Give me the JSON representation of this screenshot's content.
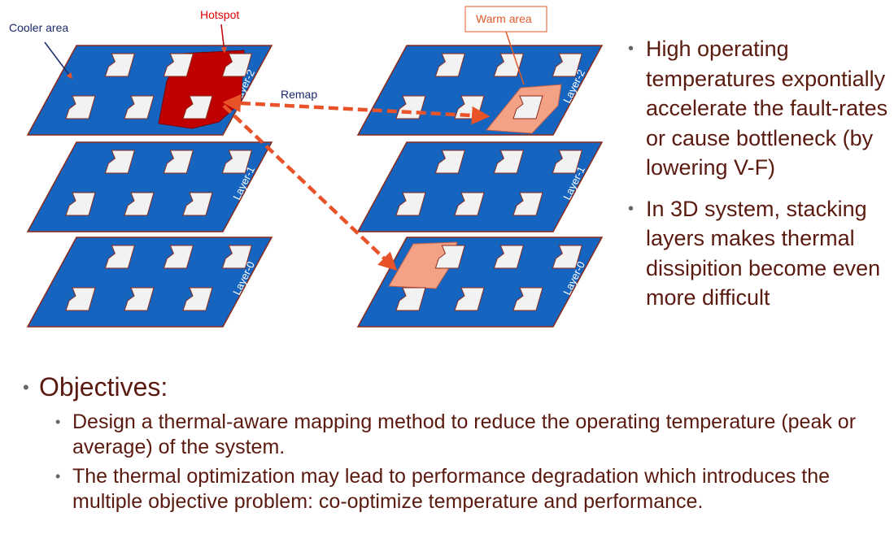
{
  "diagram": {
    "cooler_area_label": "Cooler area",
    "hotspot_label": "Hotspot",
    "warm_area_label": "Warm area",
    "remap_label": "Remap",
    "layer_labels": [
      "Layer-2",
      "Layer-1",
      "Layer-0"
    ],
    "colors": {
      "layer_fill": "#1565c0",
      "layer_stroke": "#8b2a1a",
      "core_fill": "#f2f2f2",
      "hotspot_fill": "#c00000",
      "warm_fill": "#f4a285",
      "arrow": "#e8532a",
      "hotspot_text": "#e00000",
      "warm_text": "#e05a2a",
      "cooler_text": "#1a2a6a"
    }
  },
  "bullets": [
    "High operating temperatures expontially accelerate the fault-rates or cause bottleneck (by lowering V-F)",
    "In 3D system, stacking layers makes thermal dissipition become even more difficult"
  ],
  "objectives": {
    "title": "Objectives:",
    "items": [
      "Design a thermal-aware mapping method to reduce the operating temperature (peak or average) of the system.",
      "The thermal optimization may lead to performance degradation which introduces the multiple objective problem: co-optimize temperature and performance."
    ]
  }
}
